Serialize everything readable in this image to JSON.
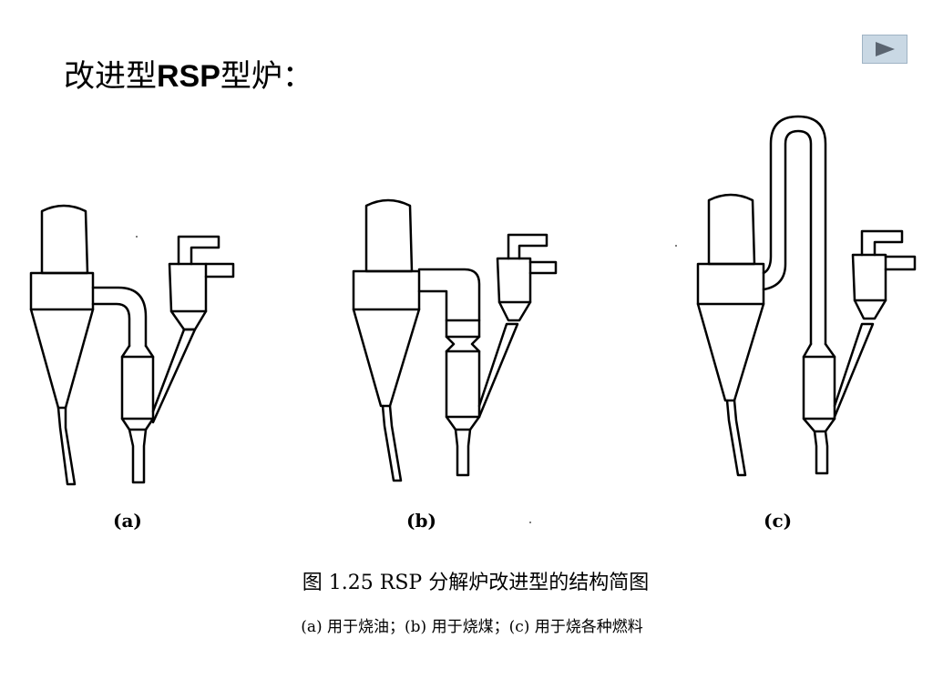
{
  "slide": {
    "title_prefix": "改进型",
    "title_bold": "RSP",
    "title_suffix": "型炉："
  },
  "nav": {
    "next_icon": "play-triangle-icon"
  },
  "figure": {
    "labels": [
      "(a)",
      "(b)",
      "(c)"
    ],
    "caption": "图 1.25   RSP 分解炉改进型的结构简图",
    "subcaption": "(a) 用于烧油；(b) 用于烧煤；(c) 用于烧各种燃料"
  }
}
